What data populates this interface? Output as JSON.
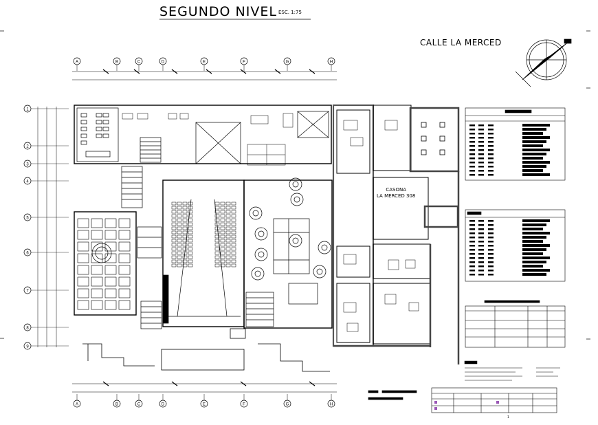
{
  "plan": {
    "title": "SEGUNDO NIVEL",
    "scale_label": "ESC. 1:75",
    "street_label": "CALLE LA MERCED",
    "building_label_line1": "CASONA",
    "building_label_line2": "LA MERCED 308",
    "page_mark": "1"
  },
  "grid_columns": [
    "A",
    "B",
    "C",
    "D",
    "E",
    "F",
    "G",
    "H"
  ],
  "grid_rows": [
    "1",
    "2",
    "3",
    "4",
    "5",
    "6",
    "7",
    "8",
    "9"
  ],
  "colors": {
    "line": "#000000",
    "paper": "#ffffff",
    "legend_accent": "#9b59b6"
  }
}
